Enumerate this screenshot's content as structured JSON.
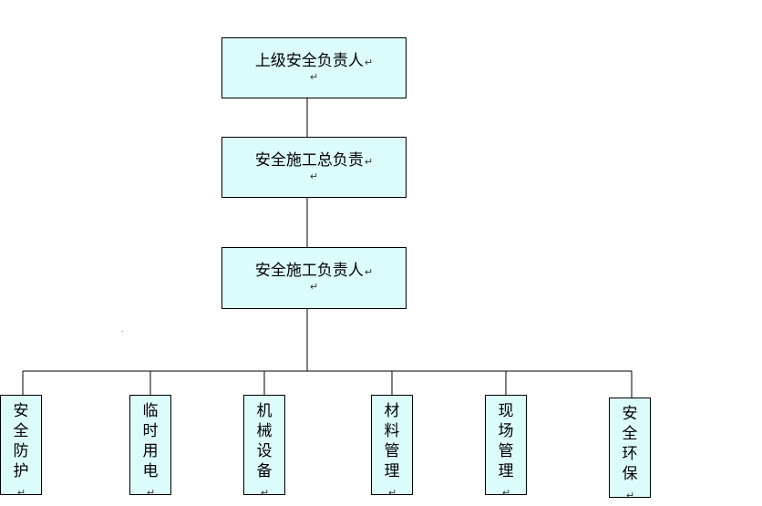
{
  "boxes": [
    {
      "label": "上级安全负责人",
      "mark": "↵"
    },
    {
      "label": "安全施工总负责",
      "mark": "↵"
    },
    {
      "label": "安全施工负责人",
      "mark": "↵"
    }
  ],
  "columns": [
    {
      "chars": [
        "安",
        "全",
        "防",
        "护"
      ],
      "mark": "↵"
    },
    {
      "chars": [
        "临",
        "时",
        "用",
        "电"
      ],
      "mark": "↵"
    },
    {
      "chars": [
        "机",
        "械",
        "设",
        "备"
      ],
      "mark": "↵"
    },
    {
      "chars": [
        "材",
        "料",
        "管",
        "理"
      ],
      "mark": "↵"
    },
    {
      "chars": [
        "现",
        "场",
        "管",
        "理"
      ],
      "mark": "↵"
    },
    {
      "chars": [
        "安",
        "全",
        "环",
        "保"
      ],
      "mark": "↵"
    }
  ],
  "colors": {
    "box_fill": "#dcfbfb",
    "line": "#000000"
  }
}
